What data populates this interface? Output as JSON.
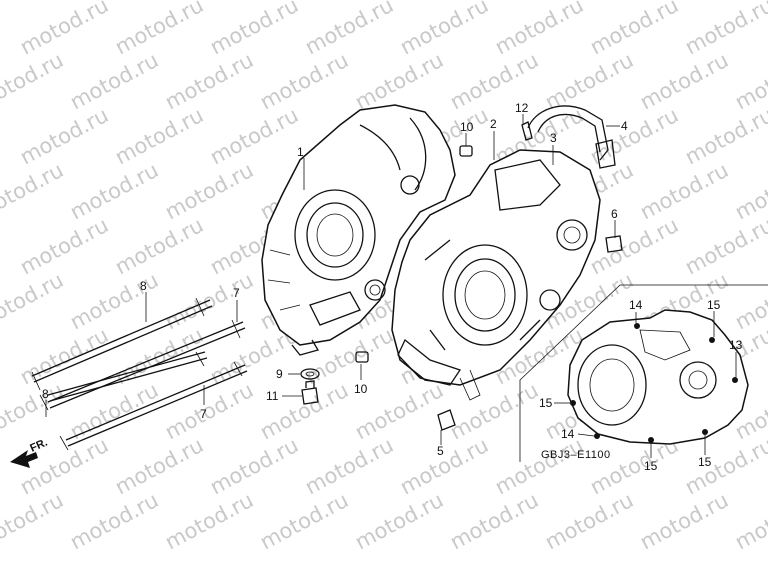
{
  "watermark": {
    "text": "motod.ru"
  },
  "callouts": {
    "c1": "1",
    "c2": "2",
    "c3": "3",
    "c4": "4",
    "c5": "5",
    "c6": "6",
    "c7a": "7",
    "c7b": "7",
    "c8a": "8",
    "c8b": "8",
    "c9": "9",
    "c10a": "10",
    "c10b": "10",
    "c11": "11",
    "c12": "12",
    "c13": "13",
    "c14a": "14",
    "c14b": "14",
    "c15a": "15",
    "c15b": "15",
    "c15c": "15",
    "c15d": "15"
  },
  "front_indicator": "FR.",
  "diagram_code": "GBJ3–E1100"
}
